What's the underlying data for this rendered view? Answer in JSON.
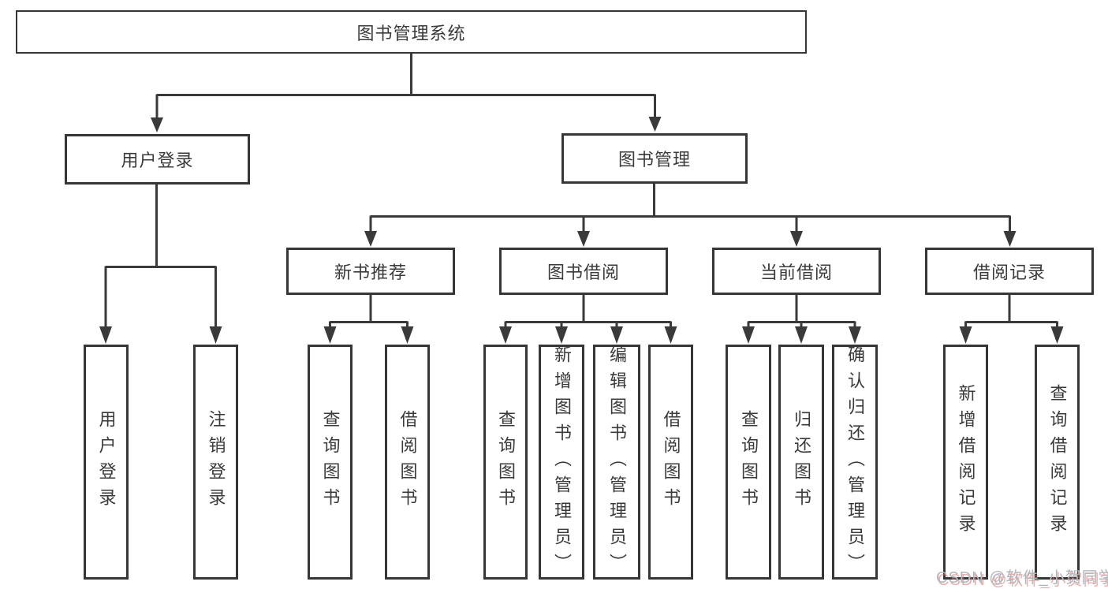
{
  "tree": {
    "label": "图书管理系统",
    "children": [
      {
        "label": "用户登录",
        "children": [
          {
            "label": "用户登录"
          },
          {
            "label": "注销登录"
          }
        ]
      },
      {
        "label": "图书管理",
        "children": [
          {
            "label": "新书推荐",
            "children": [
              {
                "label": "查询图书"
              },
              {
                "label": "借阅图书"
              }
            ]
          },
          {
            "label": "图书借阅",
            "children": [
              {
                "label": "查询图书"
              },
              {
                "label": "新增图书（管理员）"
              },
              {
                "label": "编辑图书（管理员）"
              },
              {
                "label": "借阅图书"
              }
            ]
          },
          {
            "label": "当前借阅",
            "children": [
              {
                "label": "查询图书"
              },
              {
                "label": "归还图书"
              },
              {
                "label": "确认归还（管理员）"
              }
            ]
          },
          {
            "label": "借阅记录",
            "children": [
              {
                "label": "新增借阅记录"
              },
              {
                "label": "查询借阅记录"
              }
            ]
          }
        ]
      }
    ]
  },
  "watermark": {
    "text": "CSDN @软件_小贺同学"
  },
  "colors": {
    "line": "#3a3a3a",
    "box_border": "#363636",
    "background": "#ffffff",
    "watermark": "#b2b7bd"
  }
}
